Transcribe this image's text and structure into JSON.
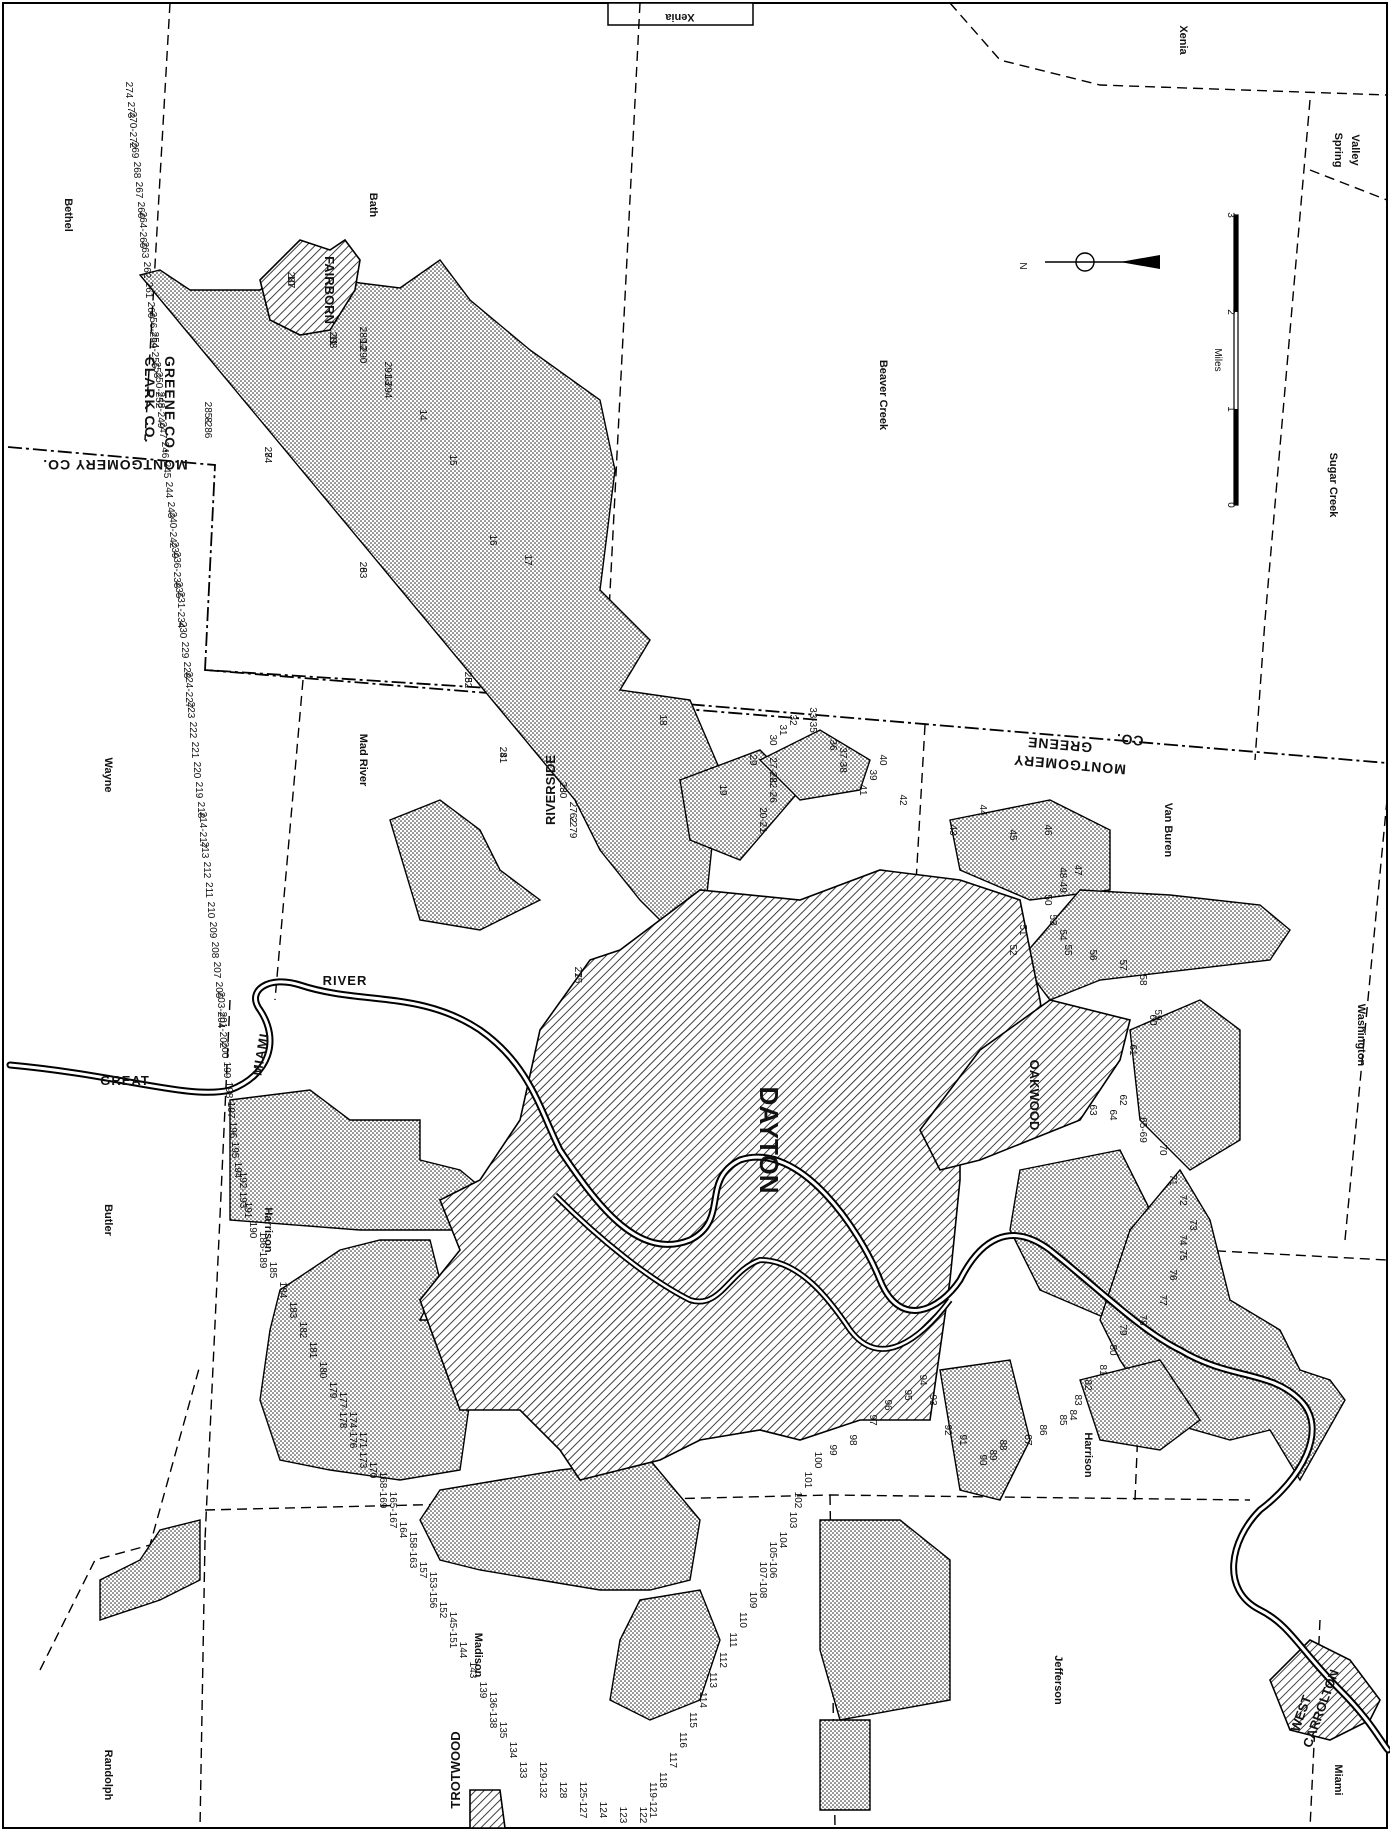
{
  "townships": {
    "xenia_top": "Xenia",
    "xenia": "Xenia",
    "bethel": "Bethel",
    "bath": "Bath",
    "beaver_creek": "Beaver Creek",
    "spring_valley_1": "Spring",
    "spring_valley_2": "Valley",
    "sugar_creek": "Sugar Creek",
    "wayne": "Wayne",
    "mad_river": "Mad River",
    "van_buren": "Van Buren",
    "washington": "Washington",
    "butler": "Butler",
    "harrison_west": "Harrison",
    "harrison_south": "Harrison",
    "madison": "Madison",
    "jefferson": "Jefferson",
    "randolph": "Randolph",
    "miami": "Miami"
  },
  "cities": {
    "dayton": "DAYTON",
    "oakwood": "OAKWOOD",
    "fairborn": "FAIRBORN",
    "riverside": "RIVERSIDE",
    "trotwood": "TROTWOOD",
    "west_carrollton_1": "WEST",
    "west_carrollton_2": "CARROLTON"
  },
  "counties": {
    "clark": "CLARK CO.",
    "greene_north": "GREENE CO.",
    "montgomery_north": "MONTGOMERY CO.",
    "montgomery_east": "MONTGOMERY",
    "greene_east": "GREENE",
    "co_east": "CO."
  },
  "river": {
    "great": "GREAT",
    "miami": "MIAMI",
    "river": "RIVER"
  },
  "scale": {
    "title": "Miles",
    "ticks": [
      "0",
      "1",
      "2",
      "3"
    ]
  },
  "north_arrow": {
    "label": "N"
  },
  "annexation_labels": [
    "1",
    "2",
    "3",
    "4",
    "5",
    "6",
    "7",
    "8",
    "10",
    "11",
    "12",
    "13",
    "14",
    "15",
    "16",
    "17",
    "18",
    "19",
    "20-21",
    "22-26",
    "27-28",
    "29",
    "30",
    "31",
    "32",
    "33-35",
    "36",
    "37-38",
    "39",
    "40",
    "41",
    "42",
    "43",
    "44",
    "45",
    "46",
    "47",
    "48-49",
    "50",
    "51",
    "52",
    "53",
    "54",
    "55",
    "56",
    "57",
    "58",
    "59",
    "60",
    "61",
    "62",
    "63",
    "64",
    "65-69",
    "70",
    "71",
    "72",
    "73",
    "74",
    "75",
    "76",
    "77",
    "78",
    "79",
    "80",
    "81",
    "82",
    "83",
    "84",
    "85",
    "86",
    "87",
    "88",
    "89",
    "90",
    "91",
    "92",
    "93",
    "94",
    "95",
    "96",
    "97",
    "98",
    "99",
    "100",
    "101",
    "102",
    "103",
    "104",
    "105-106",
    "107-108",
    "109",
    "110",
    "111",
    "112",
    "113",
    "114",
    "115",
    "116",
    "117",
    "118",
    "119-121",
    "122",
    "123",
    "124",
    "125-127",
    "128",
    "129-132",
    "133",
    "134",
    "135",
    "136-138",
    "139",
    "143",
    "144",
    "145-151",
    "152",
    "153-156",
    "157",
    "158-163",
    "164",
    "165-167",
    "168-169",
    "170",
    "171-173",
    "174-176",
    "177-178",
    "179",
    "180",
    "181",
    "182",
    "183",
    "184",
    "185",
    "186-189",
    "190",
    "191",
    "192-193",
    "194",
    "195",
    "196",
    "197",
    "198",
    "199",
    "200",
    "201-202",
    "203-204",
    "205",
    "207",
    "208",
    "209",
    "210",
    "211",
    "212",
    "213",
    "214-217",
    "218",
    "219",
    "220",
    "221",
    "222",
    "223",
    "224-227",
    "228",
    "229",
    "230",
    "231-234",
    "235",
    "236-238",
    "239",
    "240-242",
    "243",
    "244",
    "245",
    "246",
    "247",
    "248-249",
    "250-252",
    "253",
    "254-255",
    "256-259",
    "260",
    "261",
    "262",
    "263",
    "264-265",
    "266",
    "267",
    "268",
    "269",
    "270-272",
    "273",
    "274",
    "275",
    "276-279",
    "280",
    "281",
    "282",
    "283",
    "284",
    "285-286",
    "287",
    "288",
    "289-290",
    "291-294"
  ]
}
